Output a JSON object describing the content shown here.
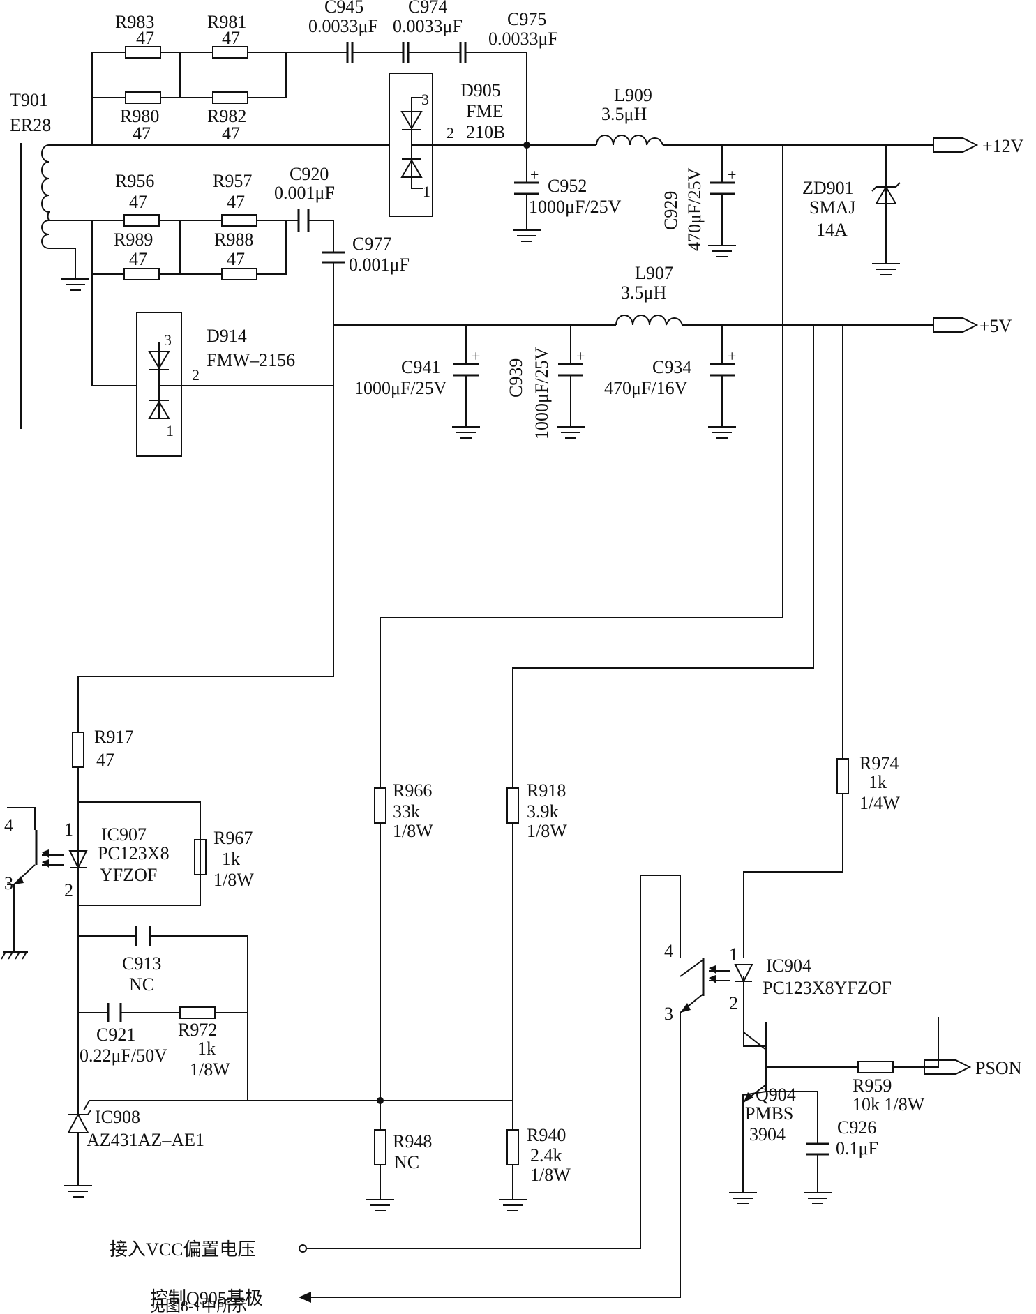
{
  "components": {
    "t901": {
      "ref": "T901",
      "value": "ER28"
    },
    "r983": {
      "ref": "R983",
      "value": "47"
    },
    "r981": {
      "ref": "R981",
      "value": "47"
    },
    "r980": {
      "ref": "R980",
      "value": "47"
    },
    "r982": {
      "ref": "R982",
      "value": "47"
    },
    "c945": {
      "ref": "C945",
      "value": "0.0033μF"
    },
    "c974": {
      "ref": "C974",
      "value": "0.0033μF"
    },
    "c975": {
      "ref": "C975",
      "value": "0.0033μF"
    },
    "d905": {
      "ref": "D905",
      "value1": "FME",
      "value2": "210B",
      "pin3": "3",
      "pin2": "2",
      "pin1": "1"
    },
    "l909": {
      "ref": "L909",
      "value": "3.5μH"
    },
    "c952": {
      "ref": "C952",
      "value": "1000μF/25V"
    },
    "c929": {
      "ref": "C929",
      "value": "470μF/25V"
    },
    "zd901": {
      "ref": "ZD901",
      "value1": "SMAJ",
      "value2": "14A"
    },
    "r956": {
      "ref": "R956",
      "value": "47"
    },
    "r957": {
      "ref": "R957",
      "value": "47"
    },
    "r989": {
      "ref": "R989",
      "value": "47"
    },
    "r988": {
      "ref": "R988",
      "value": "47"
    },
    "c920": {
      "ref": "C920",
      "value": "0.001μF"
    },
    "c977": {
      "ref": "C977",
      "value": "0.001μF"
    },
    "d914": {
      "ref": "D914",
      "value": "FMW–2156",
      "pin3": "3",
      "pin2": "2",
      "pin1": "1"
    },
    "l907": {
      "ref": "L907",
      "value": "3.5μH"
    },
    "c941": {
      "ref": "C941",
      "value": "1000μF/25V"
    },
    "c939": {
      "ref": "C939",
      "value": "1000μF/25V"
    },
    "c934": {
      "ref": "C934",
      "value": "470μF/16V"
    },
    "r917": {
      "ref": "R917",
      "value": "47"
    },
    "ic907": {
      "ref": "IC907",
      "value1": "PC123X8",
      "value2": "YFZOF",
      "pin1": "1",
      "pin2": "2",
      "pin3": "3",
      "pin4": "4"
    },
    "r967": {
      "ref": "R967",
      "value1": "1k",
      "value2": "1/8W"
    },
    "c913": {
      "ref": "C913",
      "value": "NC"
    },
    "c921": {
      "ref": "C921",
      "value": "0.22μF/50V"
    },
    "r972": {
      "ref": "R972",
      "value1": "1k",
      "value2": "1/8W"
    },
    "ic908": {
      "ref": "IC908",
      "value": "AZ431AZ–AE1"
    },
    "r966": {
      "ref": "R966",
      "value1": "33k",
      "value2": "1/8W"
    },
    "r918": {
      "ref": "R918",
      "value1": "3.9k",
      "value2": "1/8W"
    },
    "r948": {
      "ref": "R948",
      "value": "NC"
    },
    "r940": {
      "ref": "R940",
      "value1": "2.4k",
      "value2": "1/8W"
    },
    "r974": {
      "ref": "R974",
      "value1": "1k",
      "value2": "1/4W"
    },
    "ic904": {
      "ref": "IC904",
      "value": "PC123X8YFZOF",
      "pin1": "1",
      "pin2": "2",
      "pin3": "3",
      "pin4": "4"
    },
    "q904": {
      "ref": "Q904",
      "value1": "PMBS",
      "value2": "3904"
    },
    "c926": {
      "ref": "C926",
      "value": "0.1μF"
    },
    "r959": {
      "ref": "R959",
      "value": "10k  1/8W"
    }
  },
  "ports": {
    "v12": "+12V",
    "v5": "+5V",
    "pson": "PSON",
    "vcc_in": "接入VCC偏置电压",
    "q905_line1": "控制Q905基极",
    "q905_line2": "见图8-1中所示"
  },
  "symbols": {
    "capacitor_polarity": "+"
  }
}
